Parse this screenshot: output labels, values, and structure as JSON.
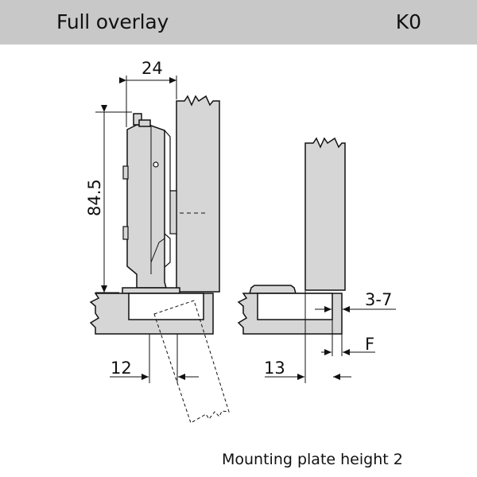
{
  "header": {
    "title": "Full overlay",
    "code": "K0"
  },
  "dimensions": {
    "width_top": "24",
    "height": "84.5",
    "offset_left": "12",
    "offset_right": "13",
    "range": "3-7",
    "f_label": "F"
  },
  "footer": {
    "caption": "Mounting plate height 2"
  },
  "colors": {
    "header_bg": "#c8c8c8",
    "part_fill": "#d6d6d6",
    "line": "#111111"
  }
}
